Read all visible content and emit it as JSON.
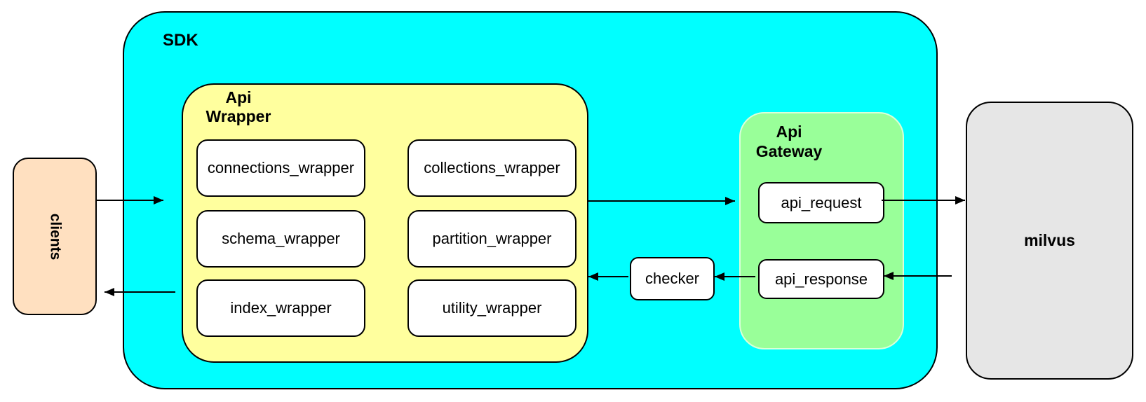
{
  "colors": {
    "sdk_fill": "#00ffff",
    "api_wrapper_fill": "#ffff9e",
    "api_gateway_fill": "#99ff99",
    "api_gateway_border": "#d9ffd9",
    "clients_fill": "#ffe0c0",
    "milvus_fill": "#e6e6e6",
    "node_fill": "#ffffff",
    "stroke": "#000000"
  },
  "clients": {
    "label": "clients"
  },
  "sdk": {
    "label": "SDK",
    "api_wrapper": {
      "label_line1": "Api",
      "label_line2": "Wrapper",
      "modules": [
        {
          "label": "connections_wrapper"
        },
        {
          "label": "collections_wrapper"
        },
        {
          "label": "schema_wrapper"
        },
        {
          "label": "partition_wrapper"
        },
        {
          "label": "index_wrapper"
        },
        {
          "label": "utility_wrapper"
        }
      ]
    },
    "checker": {
      "label": "checker"
    },
    "api_gateway": {
      "label_line1": "Api",
      "label_line2": "Gateway",
      "request": {
        "label": "api_request"
      },
      "response": {
        "label": "api_response"
      }
    }
  },
  "milvus": {
    "label": "milvus"
  },
  "edges": [
    {
      "from": "clients",
      "to": "sdk-api-wrapper"
    },
    {
      "from": "api-wrapper",
      "to": "api-gateway"
    },
    {
      "from": "api_request",
      "to": "milvus"
    },
    {
      "from": "milvus",
      "to": "api_response"
    },
    {
      "from": "api_response",
      "to": "checker"
    },
    {
      "from": "checker",
      "to": "api-wrapper"
    },
    {
      "from": "sdk-api-wrapper",
      "to": "clients"
    }
  ]
}
